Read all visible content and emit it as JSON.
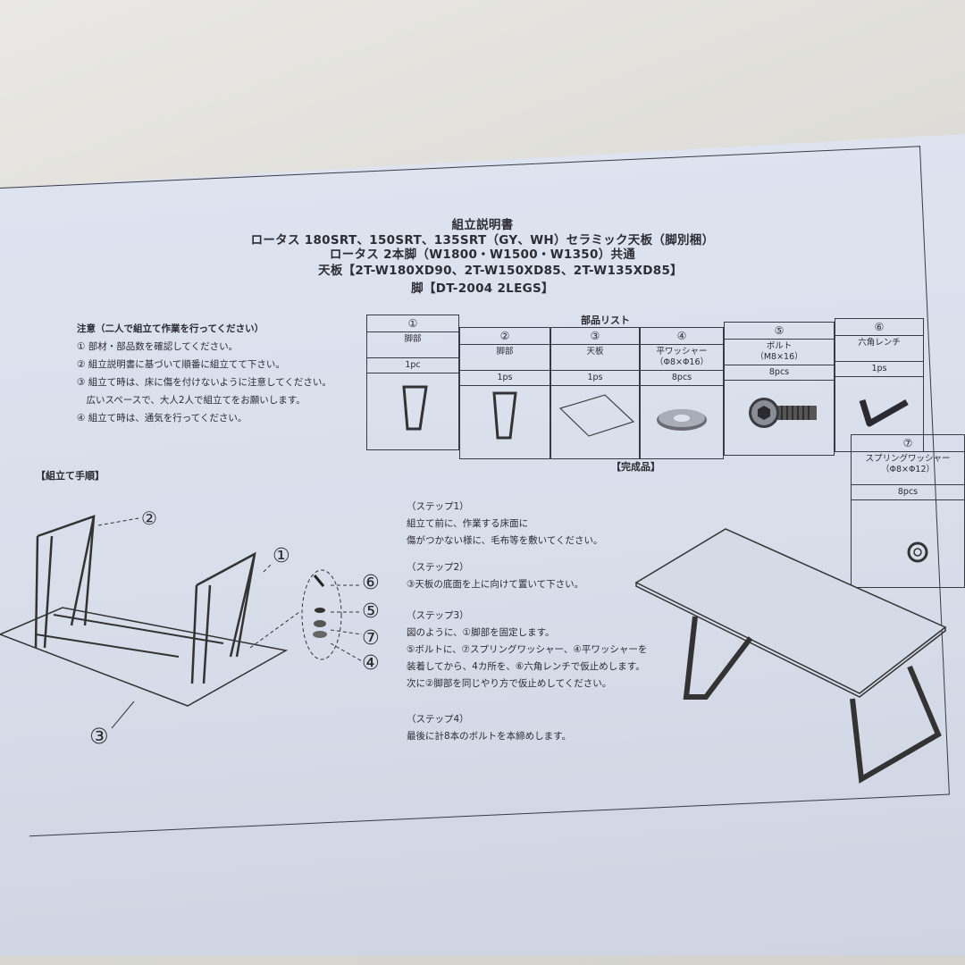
{
  "header": {
    "line1": "組立説明書",
    "line2": "ロータス 180SRT、150SRT、135SRT（GY、WH）セラミック天板（脚別梱）",
    "line3": "ロータス 2本脚（W1800・W1500・W1350）共通",
    "line4": "天板【2T-W180XD90、2T-W150XD85、2T-W135XD85】",
    "line5": "脚【DT-2004 2LEGS】"
  },
  "notes": {
    "title": "注意（二人で組立て作業を行ってください）",
    "items": [
      "① 部材・部品数を確認してください。",
      "② 組立説明書に基づいて順番に組立てて下さい。",
      "③ 組立て時は、床に傷を付けないように注意してください。",
      "　広いスペースで、大人2人で組立てをお願いします。",
      "④ 組立て時は、通気を行ってください。"
    ]
  },
  "parts": {
    "title": "部品リスト",
    "items": [
      {
        "num": "①",
        "name": "脚部",
        "spec": "",
        "qty": "1pc"
      },
      {
        "num": "②",
        "name": "脚部",
        "spec": "",
        "qty": "1ps"
      },
      {
        "num": "③",
        "name": "天板",
        "spec": "",
        "qty": "1ps"
      },
      {
        "num": "④",
        "name": "平ワッシャー",
        "spec": "（Φ8×Φ16）",
        "qty": "8pcs"
      },
      {
        "num": "⑤",
        "name": "ボルト",
        "spec": "（M8×16）",
        "qty": "8pcs"
      },
      {
        "num": "⑥",
        "name": "六角レンチ",
        "spec": "",
        "qty": "1ps"
      },
      {
        "num": "⑦",
        "name": "スプリングワッシャー",
        "spec": "（Φ8×Φ12）",
        "qty": "8pcs"
      }
    ]
  },
  "assembly": {
    "title": "【組立て手順】",
    "labels": [
      "②",
      "①",
      "⑥",
      "⑤",
      "⑦",
      "④",
      "③"
    ]
  },
  "finished_label": "【完成品】",
  "steps": [
    {
      "title": "（ステップ1）",
      "lines": [
        "組立て前に、作業する床面に",
        "傷がつかない様に、毛布等を敷いてください。"
      ]
    },
    {
      "title": "（ステップ2）",
      "lines": [
        "③天板の底面を上に向けて置いて下さい。"
      ]
    },
    {
      "title": "（ステップ3）",
      "lines": [
        "図のように、①脚部を固定します。",
        "⑤ボルトに、⑦スプリングワッシャー、④平ワッシャーを",
        "装着してから、4カ所を、⑥六角レンチで仮止めします。",
        "次に②脚部を同じやり方で仮止めしてください。"
      ]
    },
    {
      "title": "（ステップ4）",
      "lines": [
        "最後に計8本のボルトを本締めします。"
      ]
    }
  ]
}
